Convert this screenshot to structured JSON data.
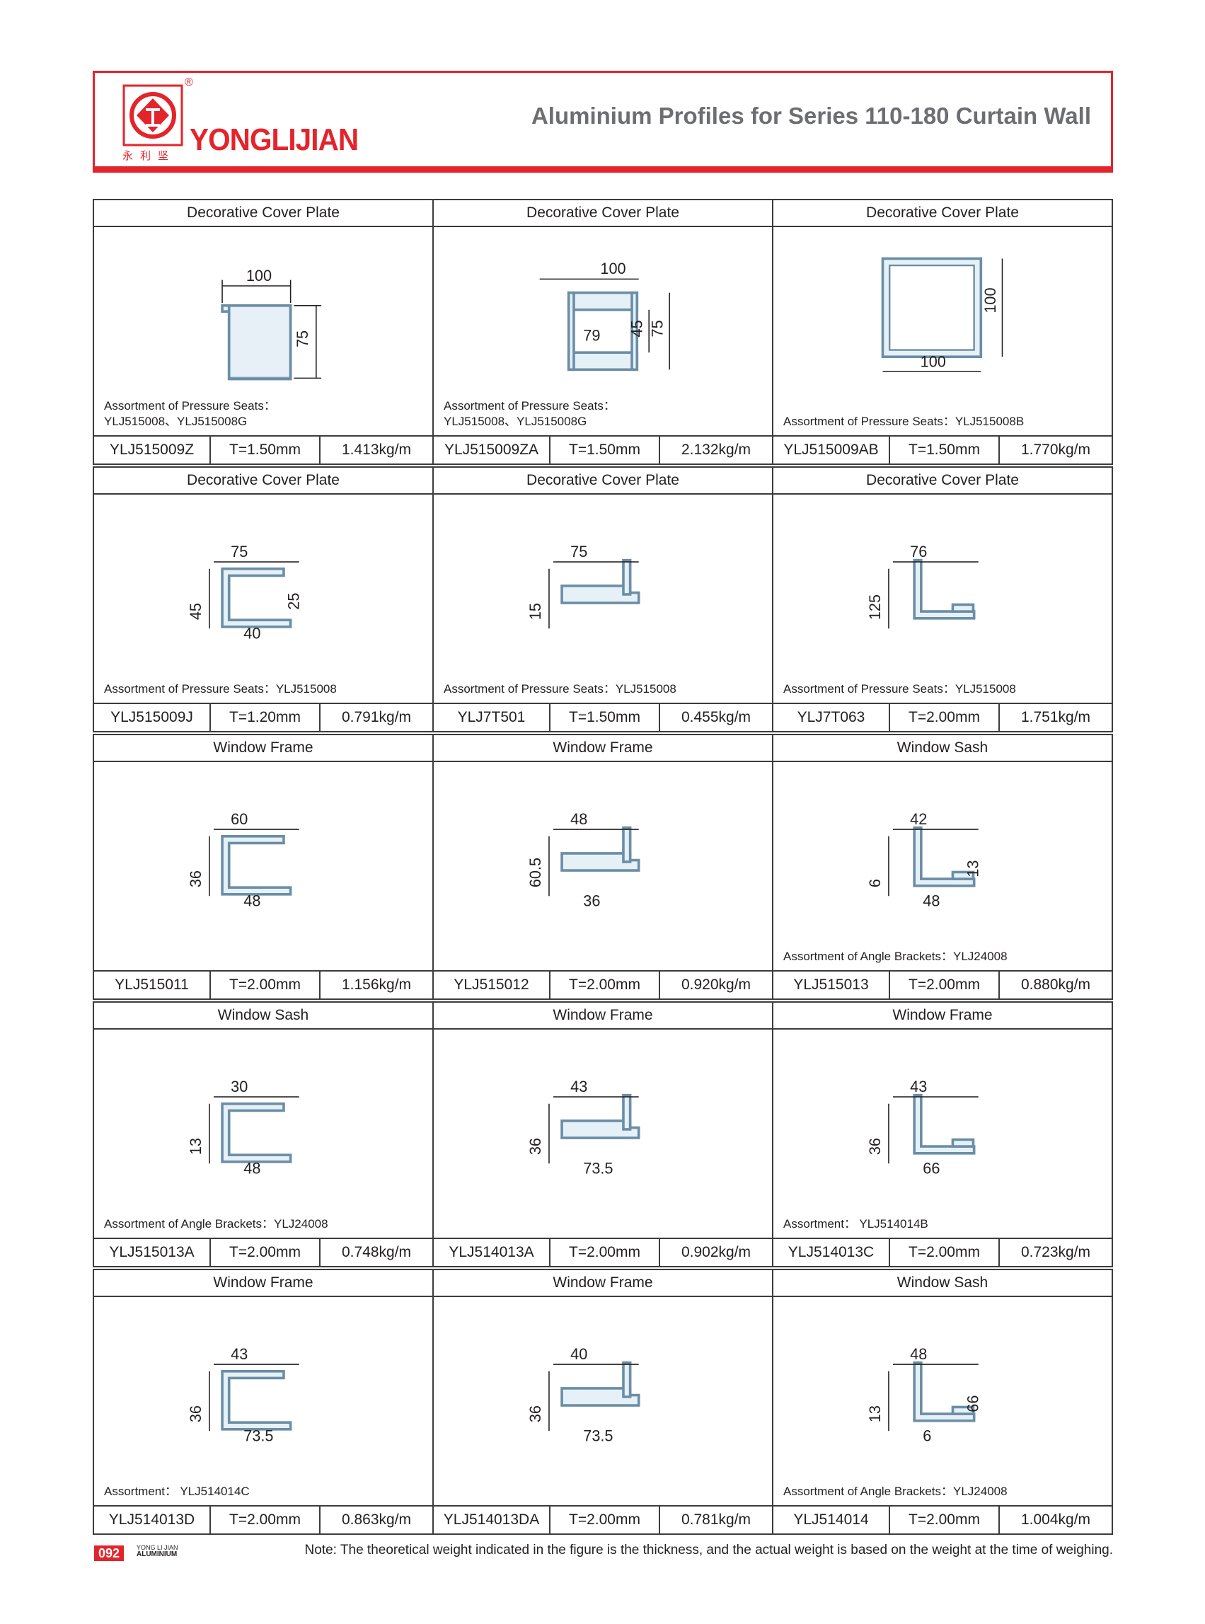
{
  "header": {
    "brand_name": "YONGLIJIAN",
    "brand_cn": "永利坚",
    "registered_mark": "®",
    "title": "Aluminium Profiles for Series 110-180 Curtain Wall",
    "accent_color": "#e4242b"
  },
  "rows": [
    [
      {
        "title": "Decorative Cover Plate",
        "note": "Assortment of Pressure Seats：\nYLJ515008、YLJ515008G",
        "code": "YLJ515009Z",
        "thickness": "T=1.50mm",
        "weight": "1.413kg/m",
        "dims": [
          "100",
          "75"
        ]
      },
      {
        "title": "Decorative Cover Plate",
        "note": "Assortment of Pressure Seats：\nYLJ515008、YLJ515008G",
        "code": "YLJ515009ZA",
        "thickness": "T=1.50mm",
        "weight": "2.132kg/m",
        "dims": [
          "100",
          "79",
          "45",
          "75"
        ]
      },
      {
        "title": "Decorative Cover Plate",
        "note": "Assortment of Pressure Seats：YLJ515008B",
        "code": "YLJ515009AB",
        "thickness": "T=1.50mm",
        "weight": "1.770kg/m",
        "dims": [
          "100",
          "100"
        ]
      }
    ],
    [
      {
        "title": "Decorative Cover Plate",
        "note": "Assortment of Pressure Seats：YLJ515008",
        "code": "YLJ515009J",
        "thickness": "T=1.20mm",
        "weight": "0.791kg/m",
        "dims": [
          "75",
          "45",
          "40",
          "25"
        ]
      },
      {
        "title": "Decorative Cover Plate",
        "note": "Assortment of Pressure Seats：YLJ515008",
        "code": "YLJ7T501",
        "thickness": "T=1.50mm",
        "weight": "0.455kg/m",
        "dims": [
          "75",
          "15"
        ]
      },
      {
        "title": "Decorative Cover Plate",
        "note": "Assortment of Pressure Seats：YLJ515008",
        "code": "YLJ7T063",
        "thickness": "T=2.00mm",
        "weight": "1.751kg/m",
        "dims": [
          "76",
          "125"
        ]
      }
    ],
    [
      {
        "title": "Window Frame",
        "note": "",
        "code": "YLJ515011",
        "thickness": "T=2.00mm",
        "weight": "1.156kg/m",
        "dims": [
          "60",
          "36",
          "48"
        ]
      },
      {
        "title": "Window Frame",
        "note": "",
        "code": "YLJ515012",
        "thickness": "T=2.00mm",
        "weight": "0.920kg/m",
        "dims": [
          "48",
          "60.5",
          "36"
        ]
      },
      {
        "title": "Window Sash",
        "note": "Assortment of Angle Brackets：YLJ24008",
        "code": "YLJ515013",
        "thickness": "T=2.00mm",
        "weight": "0.880kg/m",
        "dims": [
          "42",
          "6",
          "48",
          "13"
        ]
      }
    ],
    [
      {
        "title": "Window Sash",
        "note": "Assortment of Angle Brackets：YLJ24008",
        "code": "YLJ515013A",
        "thickness": "T=2.00mm",
        "weight": "0.748kg/m",
        "dims": [
          "30",
          "13",
          "48"
        ]
      },
      {
        "title": "Window Frame",
        "note": "",
        "code": "YLJ514013A",
        "thickness": "T=2.00mm",
        "weight": "0.902kg/m",
        "dims": [
          "43",
          "36",
          "73.5"
        ]
      },
      {
        "title": "Window Frame",
        "note": "Assortment： YLJ514014B",
        "code": "YLJ514013C",
        "thickness": "T=2.00mm",
        "weight": "0.723kg/m",
        "dims": [
          "43",
          "36",
          "66"
        ]
      }
    ],
    [
      {
        "title": "Window Frame",
        "note": "Assortment： YLJ514014C",
        "code": "YLJ514013D",
        "thickness": "T=2.00mm",
        "weight": "0.863kg/m",
        "dims": [
          "43",
          "36",
          "73.5"
        ]
      },
      {
        "title": "Window Frame",
        "note": "",
        "code": "YLJ514013DA",
        "thickness": "T=2.00mm",
        "weight": "0.781kg/m",
        "dims": [
          "40",
          "36",
          "73.5"
        ]
      },
      {
        "title": "Window Sash",
        "note": "Assortment of Angle Brackets：YLJ24008",
        "code": "YLJ514014",
        "thickness": "T=2.00mm",
        "weight": "1.004kg/m",
        "dims": [
          "48",
          "13",
          "6",
          "66"
        ]
      }
    ]
  ],
  "footer": {
    "page_number": "092",
    "brand_line1": "YONG LI JIAN",
    "brand_line2": "ALUMINIUM",
    "note": "Note: The theoretical weight indicated in the figure is the thickness, and the actual weight is based on the weight at the time of weighing."
  }
}
